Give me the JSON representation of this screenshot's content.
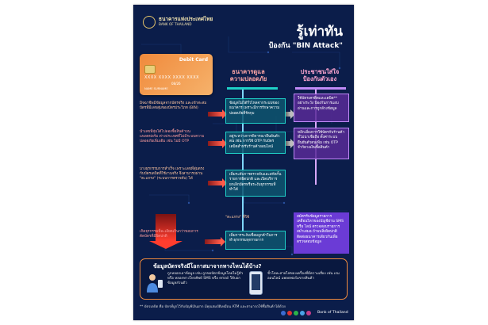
{
  "header": {
    "bank_name_th": "ธนาคารแห่งประเทศไทย",
    "bank_name_en": "BANK OF THAILAND",
    "title": "รู้เท่าทัน",
    "subtitle": "ป้องกัน \"BIN Attack\""
  },
  "card": {
    "label": "Debit Card",
    "number": "XXXX XXXX XXXX XXXX",
    "expiry": "08/26",
    "name": "NAME SURNAME"
  },
  "columns": {
    "bank_heading": "ธนาคารดูแลความปลอดภัย",
    "customer_heading": "ประชาชนใส่ใจป้องกันตัวเอง"
  },
  "rows": [
    {
      "problem": "มิจฉาชีพมีข้อมูลจากบัตรจริง และเข้าสะสมบัตรที่มีเลขสุ่มของบัตรประวิภท (BIN)",
      "bank": "ข้อมูลไม่ได้รั่วไหลจากระบบของธนาคาร เพราะมีการรักษาความปลอดภัยที่รัดกุม",
      "customer": "ใช้บัตรเครดิตและเดบิต** อย่างระวัง ป้องกันการแอบอ่านและการถูกล้วงข้อมูล"
    },
    {
      "problem": "นำเลขที่สุ่มได้ไปลองซื้อสินค้าบนแพลตฟอร์ม ต่างประเทศที่ไม่มีระบบความปลอดภัยเพิ่มเติม เช่น ไม่มี OTP",
      "bank": "อยู่ระหว่างการพิจารณายืนยันตัวตน เช่น การใช้ OTP กับบัตรเดบิตสำหรับร้านค้าออนไลน์",
      "customer": "หลีกเลี่ยงการใช้บัตรกับร้านค้าที่ไม่น่าเชื่อถือ ตั้งค่าระบบยืนยันตัวตนเพิ่ม เช่น OTP จำกัดวงเงินซื้อสินค้า"
    },
    {
      "problem": "บางธุรกรรมการสำเร็จ เพราะเลขที่สุ่มตรงกับบัตรเดบิตที่ใช้งานจริง จึงสามารถผ่าน \"ตะแกรง\" (ระบบการตรวจจับ) ได้",
      "bank": "เพิ่มระดับการตรวจจับและสกัดกั้นรายการผิดปกติ และเปิดบริการยกเลิกบัตรหรือระงับธุรกรรมที่ทำได้",
      "customer": ""
    },
    {
      "problem": "เกิดธุรกรรมที่ละเอียดเกินกว่าขอบการตัดบัตรที่มีผิดปกติ",
      "bank": "เพิ่มการระงับเชื่อมลูกค้าในการทำธุรกรรมทุกรายการ",
      "customer": "สมัครรับข้อมูลรายการเคลื่อนไหวของบัญชีผ่าน SMS หรือ ไลน์ ตรวจสอบรายการสม่ำเสมอ ถ้าพบสิ่งผิดปกติ ติดต่อธนาคารเดียวกันเพื่อตรวจสอบข้อมูล"
    }
  ],
  "caption": "\"ตะแกรง\" ที่ใช้",
  "tips": {
    "title": "ข้อมูลบัตรจริงมีโอกาสมาจากทางไหนได้บ้าง?",
    "left": "ถูกหลอกเอาข้อมูล เช่น ถูกขอบัตรข้อมูลโดยไม่รู้ตัว หรือ หลอกทางโทรศัพท์ SMS หรือ email ให้บอกข้อมูลส่วนตัว",
    "right": "ขั้วโลหะสายไฟของเครื่องที่มีความเสี่ยง เช่น เกมออนไลน์ แพลตฟอร์มขายสินค้า"
  },
  "footnote": "** บัตรเดบิต คือ บัตรที่ผูกไว้กับบัญชีเงินฝาก มีคุณสมบัติเหมือน ATM และสามารถใช้ซื้อสินค้าได้ด้วย",
  "footer_brand": "Bank of Thailand",
  "colors": {
    "background": "#0b1d4a",
    "bank_accent": "#1fd0c7",
    "customer_accent": "#c08af7",
    "card_orange": "#f08a3c",
    "arrow_red": "#ff5c4a"
  }
}
